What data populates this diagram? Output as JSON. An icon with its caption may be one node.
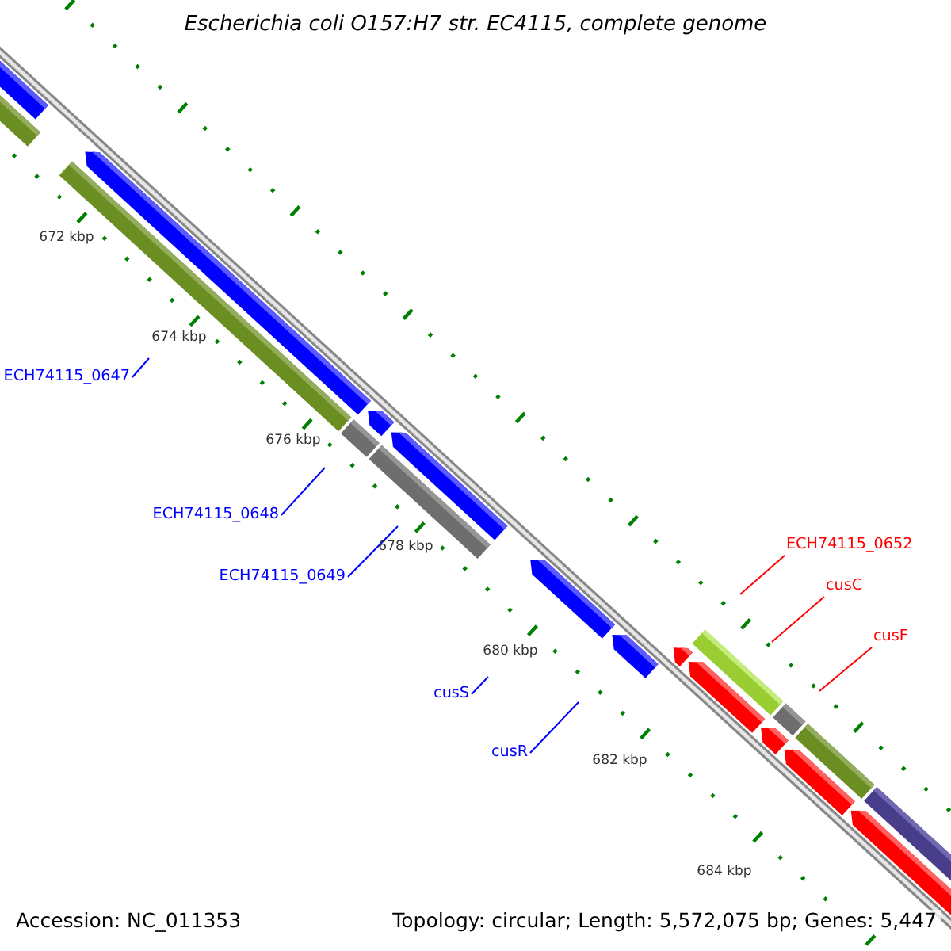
{
  "diagram": {
    "title": "Escherichia coli O157:H7 str. EC4115, complete genome",
    "nodes": [
      {
        "text": [
          "ECH74115_0647"
        ]
      },
      {
        "text": [
          "ECH74115_0648"
        ]
      },
      {
        "text": [
          "ECH74115_0649"
        ]
      },
      {
        "text": [
          "cusS"
        ]
      },
      {
        "text": [
          "cusR"
        ]
      },
      {
        "text": [
          "ECH74115_0652"
        ]
      },
      {
        "text": [
          "cusC"
        ]
      },
      {
        "text": [
          "cusF"
        ]
      }
    ],
    "edges": [
      {
        "from": 0,
        "to": null,
        "arrow": "none"
      },
      {
        "from": 1,
        "to": null,
        "arrow": "none"
      },
      {
        "from": 2,
        "to": null,
        "arrow": "none"
      },
      {
        "from": 3,
        "to": null,
        "arrow": "none"
      },
      {
        "from": 4,
        "to": null,
        "arrow": "none"
      },
      {
        "from": 5,
        "to": null,
        "arrow": "none",
        "color": "#ff0000"
      },
      {
        "from": 6,
        "to": null,
        "arrow": "none",
        "color": "#ff0000"
      },
      {
        "from": 7,
        "to": null,
        "arrow": "none",
        "color": "#ff0000"
      }
    ],
    "labels": [
      "672 kbp",
      "674 kbp",
      "676 kbp",
      "678 kbp",
      "680 kbp",
      "682 kbp",
      "684 kbp",
      "Accession: NC_011353",
      "Topology: circular; Length: 5,572,075 bp; Genes: 5,447"
    ]
  }
}
